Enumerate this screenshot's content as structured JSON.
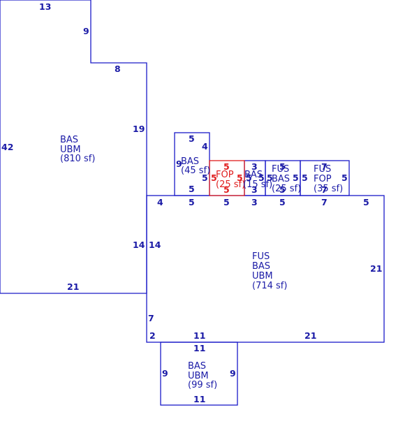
{
  "colors": {
    "outline": "#1a1ac8",
    "text": "#1a1aa6",
    "highlight": "#e01e1e"
  },
  "areas": {
    "main_upper": [
      "BAS",
      "UBM",
      "(810 sf)"
    ],
    "main_lower": [
      "FUS",
      "BAS",
      "UBM",
      "(714 sf)"
    ],
    "bottom": [
      "BAS",
      "UBM",
      "(99 sf)"
    ],
    "small_bas": [
      "BAS",
      "(45 sf)"
    ],
    "fop_red": [
      "FOP",
      "(25 sf)"
    ],
    "bas_15": [
      "BAS",
      "(15 sf)"
    ],
    "fus_25": [
      "FUS",
      "BAS",
      "(25 sf)"
    ],
    "fus_fop": [
      "FUS",
      "FOP",
      "(35 sf)"
    ]
  },
  "dims": {
    "d13": "13",
    "d9": "9",
    "d8": "8",
    "d19": "19",
    "d42": "42",
    "d21": "21",
    "d14": "14",
    "d7": "7",
    "d2": "2",
    "d11": "11",
    "d5": "5",
    "d4": "4",
    "d3": "3"
  }
}
